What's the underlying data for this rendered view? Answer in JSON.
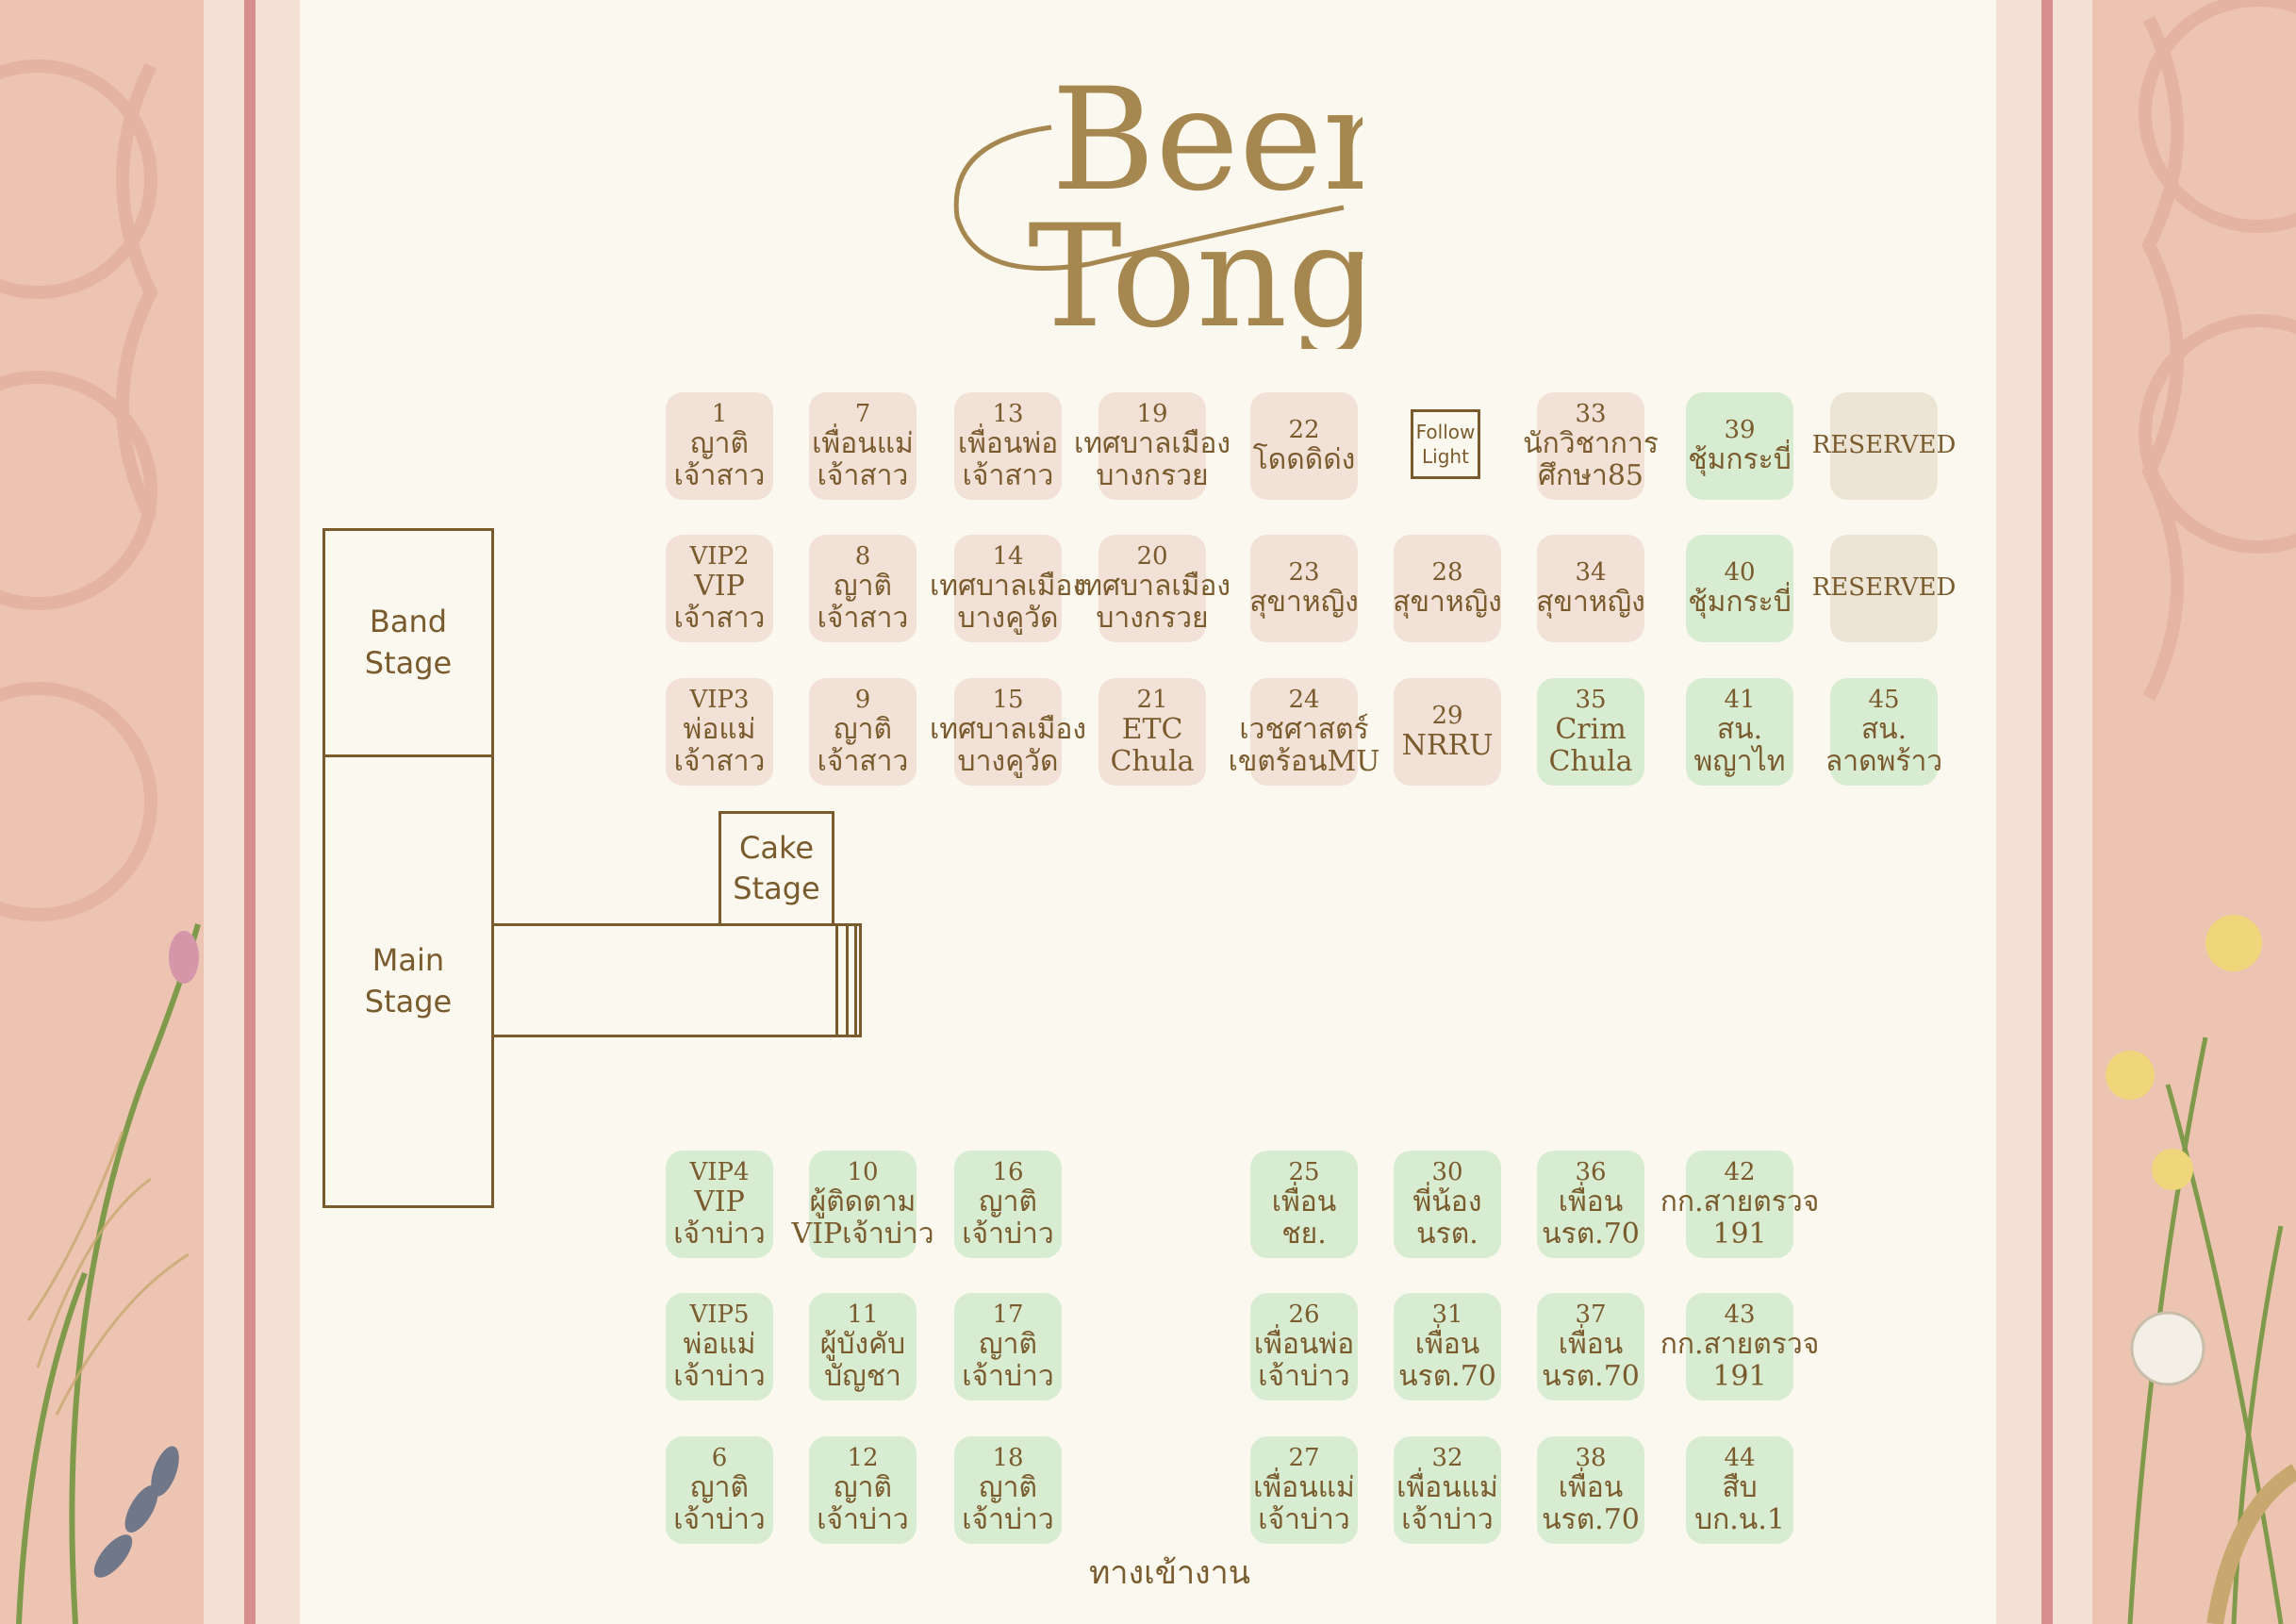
{
  "logo": {
    "line1": "Beer",
    "line2": "Tong"
  },
  "follow_light": {
    "line1": "Follow",
    "line2": "Light"
  },
  "stages": {
    "band": [
      "Band",
      "Stage"
    ],
    "main": [
      "Main",
      "Stage"
    ],
    "cake": [
      "Cake",
      "Stage"
    ]
  },
  "entrance": "ทางเข้างาน",
  "colors": {
    "pink": "#f2e1d6",
    "green": "#d8ecd2",
    "beige": "#ece5d6",
    "text": "#7a5b2e",
    "rule": "#d68f8d",
    "side": "#edc4b2"
  },
  "tables": [
    {
      "num": "1",
      "l1": "ญาติ",
      "l2": "เจ้าสาว",
      "c": "pink"
    },
    {
      "num": "7",
      "l1": "เพื่อนแม่",
      "l2": "เจ้าสาว",
      "c": "pink"
    },
    {
      "num": "13",
      "l1": "เพื่อนพ่อ",
      "l2": "เจ้าสาว",
      "c": "pink"
    },
    {
      "num": "19",
      "l1": "เทศบาลเมือง",
      "l2": "บางกรวย",
      "c": "pink"
    },
    {
      "num": "22",
      "l1": "โดดดิด่ง",
      "l2": "",
      "c": "pink"
    },
    {
      "num": "33",
      "l1": "นักวิชาการ",
      "l2": "ศึกษา85",
      "c": "pink"
    },
    {
      "num": "39",
      "l1": "ชุ้มกระบี่",
      "l2": "",
      "c": "green"
    },
    {
      "num": "",
      "l1": "RESERVED",
      "l2": "",
      "c": "beige"
    },
    {
      "num": "VIP2",
      "l1": "VIP",
      "l2": "เจ้าสาว",
      "c": "pink"
    },
    {
      "num": "8",
      "l1": "ญาติ",
      "l2": "เจ้าสาว",
      "c": "pink"
    },
    {
      "num": "14",
      "l1": "เทศบาลเมือง",
      "l2": "บางคูวัด",
      "c": "pink"
    },
    {
      "num": "20",
      "l1": "เทศบาลเมือง",
      "l2": "บางกรวย",
      "c": "pink"
    },
    {
      "num": "23",
      "l1": "สุขาหญิง",
      "l2": "",
      "c": "pink"
    },
    {
      "num": "28",
      "l1": "สุขาหญิง",
      "l2": "",
      "c": "pink"
    },
    {
      "num": "34",
      "l1": "สุขาหญิง",
      "l2": "",
      "c": "pink"
    },
    {
      "num": "40",
      "l1": "ชุ้มกระบี่",
      "l2": "",
      "c": "green"
    },
    {
      "num": "",
      "l1": "RESERVED",
      "l2": "",
      "c": "beige"
    },
    {
      "num": "VIP3",
      "l1": "พ่อแม่",
      "l2": "เจ้าสาว",
      "c": "pink"
    },
    {
      "num": "9",
      "l1": "ญาติ",
      "l2": "เจ้าสาว",
      "c": "pink"
    },
    {
      "num": "15",
      "l1": "เทศบาลเมือง",
      "l2": "บางคูวัด",
      "c": "pink"
    },
    {
      "num": "21",
      "l1": "ETC",
      "l2": "Chula",
      "c": "pink"
    },
    {
      "num": "24",
      "l1": "เวชศาสตร์",
      "l2": "เขตร้อนMU",
      "c": "pink"
    },
    {
      "num": "29",
      "l1": "NRRU",
      "l2": "",
      "c": "pink"
    },
    {
      "num": "35",
      "l1": "Crim",
      "l2": "Chula",
      "c": "green"
    },
    {
      "num": "41",
      "l1": "สน.",
      "l2": "พญาไท",
      "c": "green"
    },
    {
      "num": "45",
      "l1": "สน.",
      "l2": "ลาดพร้าว",
      "c": "green"
    },
    {
      "num": "VIP4",
      "l1": "VIP",
      "l2": "เจ้าบ่าว",
      "c": "green"
    },
    {
      "num": "10",
      "l1": "ผู้ติดตาม",
      "l2": "VIPเจ้าบ่าว",
      "c": "green"
    },
    {
      "num": "16",
      "l1": "ญาติ",
      "l2": "เจ้าบ่าว",
      "c": "green"
    },
    {
      "num": "25",
      "l1": "เพื่อน",
      "l2": "ชย.",
      "c": "green"
    },
    {
      "num": "30",
      "l1": "พี่น้อง",
      "l2": "นรต.",
      "c": "green"
    },
    {
      "num": "36",
      "l1": "เพื่อน",
      "l2": "นรต.70",
      "c": "green"
    },
    {
      "num": "42",
      "l1": "กก.สายตรวจ",
      "l2": "191",
      "c": "green"
    },
    {
      "num": "VIP5",
      "l1": "พ่อแม่",
      "l2": "เจ้าบ่าว",
      "c": "green"
    },
    {
      "num": "11",
      "l1": "ผู้บังคับ",
      "l2": "บัญชา",
      "c": "green"
    },
    {
      "num": "17",
      "l1": "ญาติ",
      "l2": "เจ้าบ่าว",
      "c": "green"
    },
    {
      "num": "26",
      "l1": "เพื่อนพ่อ",
      "l2": "เจ้าบ่าว",
      "c": "green"
    },
    {
      "num": "31",
      "l1": "เพื่อน",
      "l2": "นรต.70",
      "c": "green"
    },
    {
      "num": "37",
      "l1": "เพื่อน",
      "l2": "นรต.70",
      "c": "green"
    },
    {
      "num": "43",
      "l1": "กก.สายตรวจ",
      "l2": "191",
      "c": "green"
    },
    {
      "num": "6",
      "l1": "ญาติ",
      "l2": "เจ้าบ่าว",
      "c": "green"
    },
    {
      "num": "12",
      "l1": "ญาติ",
      "l2": "เจ้าบ่าว",
      "c": "green"
    },
    {
      "num": "18",
      "l1": "ญาติ",
      "l2": "เจ้าบ่าว",
      "c": "green"
    },
    {
      "num": "27",
      "l1": "เพื่อนแม่",
      "l2": "เจ้าบ่าว",
      "c": "green"
    },
    {
      "num": "32",
      "l1": "เพื่อนแม่",
      "l2": "เจ้าบ่าว",
      "c": "green"
    },
    {
      "num": "38",
      "l1": "เพื่อน",
      "l2": "นรต.70",
      "c": "green"
    },
    {
      "num": "44",
      "l1": "สืบ",
      "l2": "บก.น.1",
      "c": "green"
    }
  ]
}
